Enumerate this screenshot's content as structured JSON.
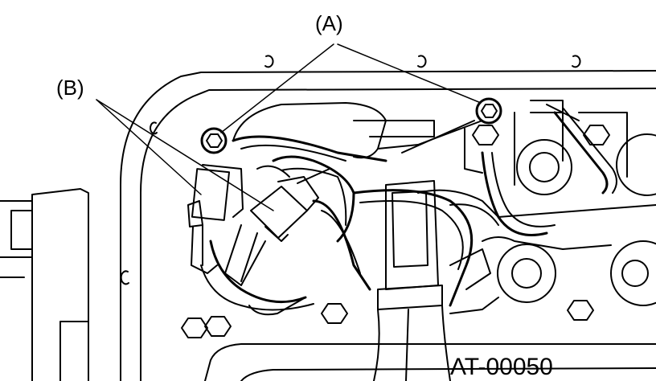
{
  "callouts": {
    "a": "(A)",
    "b": "(B)"
  },
  "figure_code": "AT-00050",
  "colors": {
    "ink": "#000000",
    "paper": "#ffffff"
  }
}
